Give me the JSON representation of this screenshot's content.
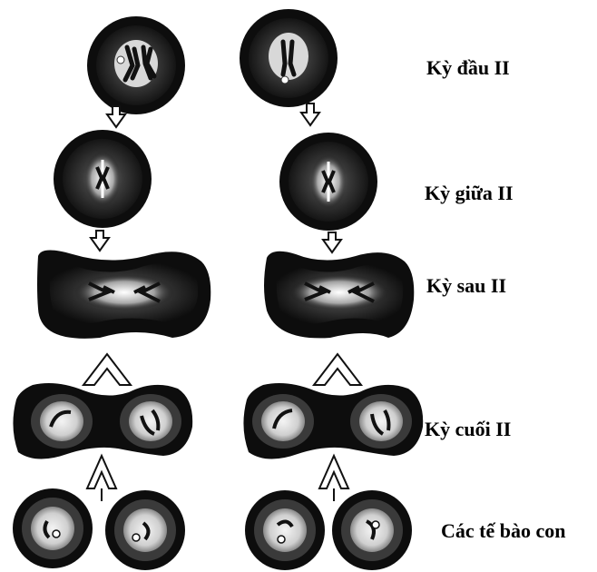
{
  "stages": [
    {
      "id": "prophase",
      "label": "Kỳ đầu II"
    },
    {
      "id": "metaphase",
      "label": "Kỳ giữa II"
    },
    {
      "id": "anaphase",
      "label": "Kỳ sau II"
    },
    {
      "id": "telophase",
      "label": "Kỳ cuối II"
    },
    {
      "id": "daughter",
      "label": "Các tế bào con"
    }
  ],
  "colors": {
    "cell_dark": "#111111",
    "cell_inner": "#5a5a5a",
    "spindle": "#ffffff",
    "arrow": "#ffffff",
    "arrow_outline": "#111111"
  }
}
